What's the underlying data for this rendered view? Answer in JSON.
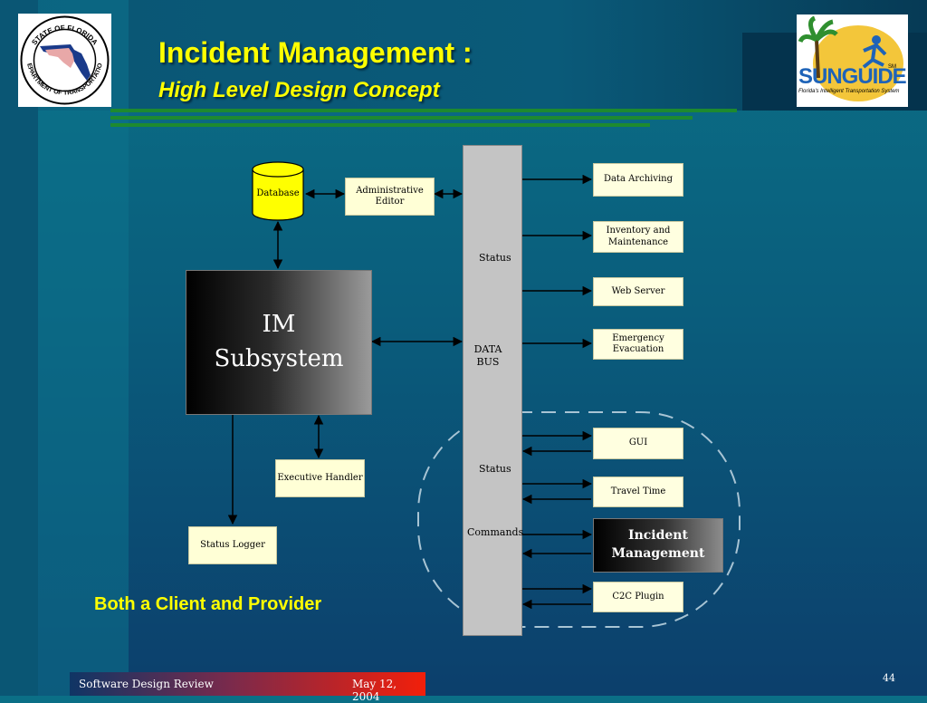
{
  "title": "Incident Management :",
  "subtitle": "High Level Design Concept",
  "left_logo": {
    "name": "fdot-seal",
    "text": "STATE OF FLORIDA · DEPARTMENT OF TRANSPORTATION"
  },
  "right_logo": {
    "name": "sunguide-logo",
    "text": "SUNGUIDE",
    "tagline": "Florida's Intelligent Transportation System",
    "mark": "SM"
  },
  "diagram": {
    "database": "Database",
    "admin_editor": "Administrative Editor",
    "im_line1": "IM",
    "im_line2": "Subsystem",
    "executive_handler": "Executive Handler",
    "status_logger": "Status Logger",
    "bus_line1": "DATA",
    "bus_line2": "BUS",
    "status_top": "Status",
    "status_mid": "Status",
    "commands": "Commands",
    "right_boxes": {
      "data_archiving": "Data Archiving",
      "inventory": "Inventory and Maintenance",
      "web_server": "Web Server",
      "emergency": "Emergency Evacuation",
      "gui": "GUI",
      "travel_time": "Travel Time",
      "incident": "Incident Management",
      "c2c": "C2C Plugin"
    }
  },
  "bottom_note": "Both a Client and Provider",
  "footer": {
    "left": "Software Design Review",
    "date": "May 12, 2004"
  },
  "page_number": "44",
  "colors": {
    "title": "#ffff00",
    "background": "#0a5d7c",
    "accent_green": "#1e8a2f",
    "box_fill": "#ffffd6"
  }
}
